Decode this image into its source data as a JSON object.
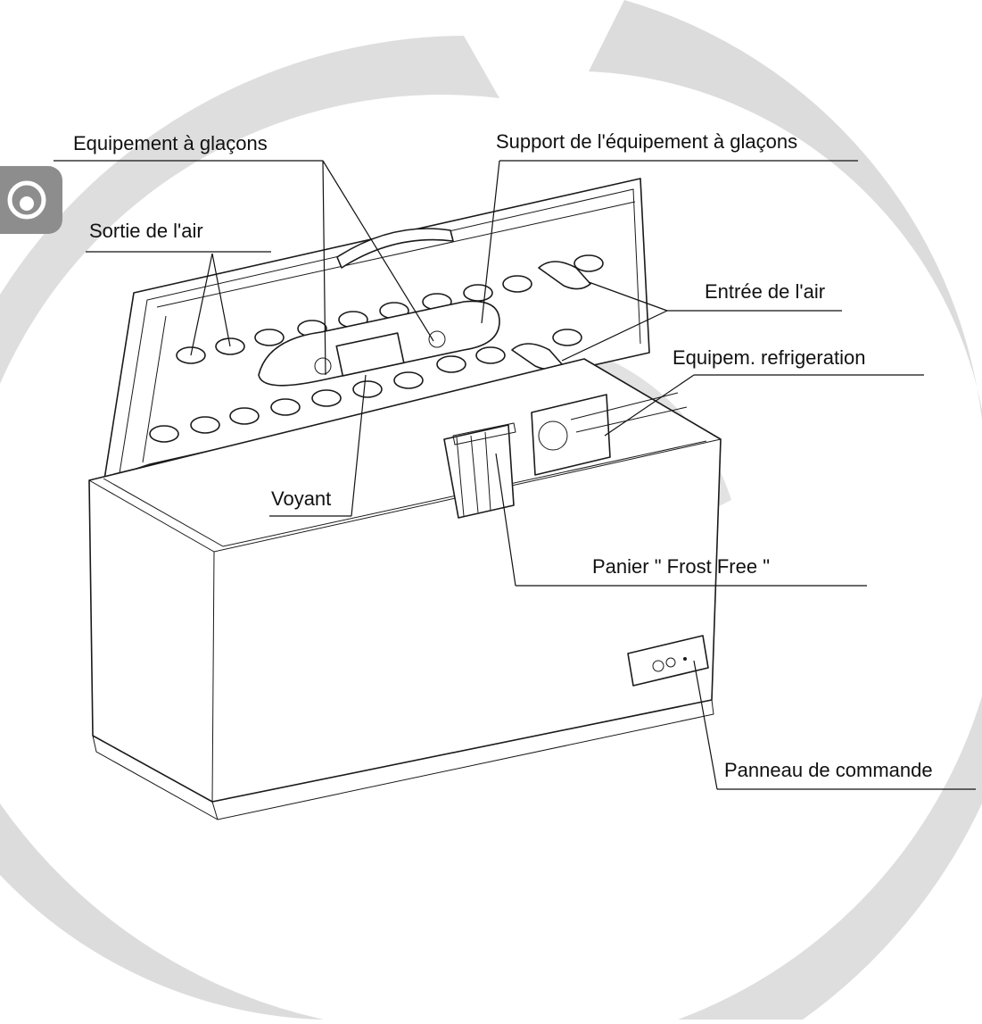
{
  "diagram": {
    "labels": {
      "ice_equipment": "Equipement à glaçons",
      "ice_support": "Support  de l'équipement à glaçons",
      "air_outlet": "Sortie de l'air",
      "air_inlet": "Entrée de l'air",
      "refrigeration": "Equipem. refrigeration",
      "indicator": "Voyant",
      "basket": "Panier \" Frost Free \"",
      "control_panel": "Panneau  de commande"
    }
  },
  "colors": {
    "watermark": "#d9d9d9",
    "badge": "#8d8d8d",
    "line": "#1a1a1a"
  },
  "icons": {
    "badge": "brand-eye-icon"
  }
}
